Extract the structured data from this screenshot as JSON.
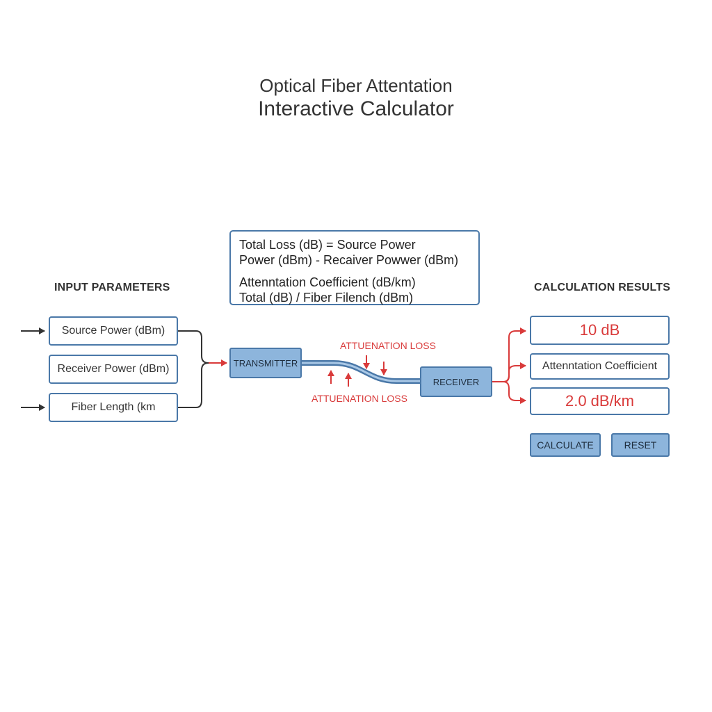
{
  "header": {
    "title_line1": "Optical Fiber Attentation",
    "title_line2": "Interactive Calculator"
  },
  "formulas": {
    "line1": "Total Loss (dB) = Source Power",
    "line2": "Power (dBm) - Recaiver Powwer (dBm)",
    "line3": "Attenntation Coefficient (dB/km)",
    "line4": "Total (dB)  /  Fiber Filench (dBm)"
  },
  "inputs": {
    "heading": "INPUT PARAMETERS",
    "source_power_label": "Source Power (dBm)",
    "receiver_power_label": "Receiver Power (dBm)",
    "fiber_length_label": "Fiber Length (km"
  },
  "diagram": {
    "transmitter_label": "TRANSMITTER",
    "receiver_label": "RECEIVER",
    "loss_label_top": "ATTUENATION LOSS",
    "loss_label_bottom": "ATTUENATION LOSS",
    "fiber_color": "#6a9ccc",
    "loss_color": "#d93a3a"
  },
  "results": {
    "heading": "CALCULATION RESULTS",
    "total_loss": "10 dB",
    "coefficient_label": "Attenntation Coefficient",
    "coefficient_value": "2.0 dB/km"
  },
  "actions": {
    "calculate_label": "CALCULATE",
    "reset_label": "RESET"
  },
  "colors": {
    "accent_border": "#4a78a8",
    "button_fill": "#8db5dc",
    "result_red": "#d93a3a"
  }
}
